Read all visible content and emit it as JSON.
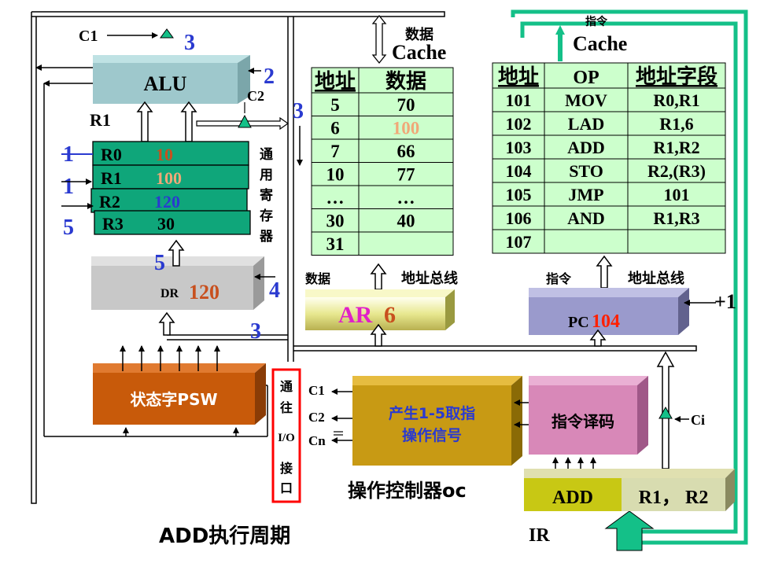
{
  "labels": {
    "c1_top": "C1",
    "step_3_alu": "3",
    "step_2_alu": "2",
    "alu": "ALU",
    "c2": "C2",
    "step_3_bus": "3",
    "r1_caption": "R1",
    "step_1_r0": "1",
    "step_1_r1": "1",
    "step_5_r2": "5",
    "reg_side": [
      "通",
      "用",
      "寄",
      "存",
      "器"
    ],
    "step_5_dr": "5",
    "dr": "DR",
    "dr_value": "120",
    "step_4_dr": "4",
    "step_3_lower": "3",
    "psw": "状态字PSW",
    "io_side": [
      "通",
      "往",
      "I/O",
      "接",
      "口"
    ],
    "data_top": "数据",
    "data_cache": "Cache",
    "inst_top": "指令",
    "inst_cache": "Cache",
    "data_label": "数据",
    "addr_bus_left": "地址总线",
    "ar": "AR",
    "ar_value": "6",
    "inst_label": "指令",
    "addr_bus_right": "地址总线",
    "pc": "PC",
    "pc_value": "104",
    "plus1": "+1",
    "oc_c1": "C1",
    "oc_c2": "C2",
    "oc_cn": "Cn",
    "oc_line1": "产生1-5取指",
    "oc_line2": "操作信号",
    "decode": "指令译码",
    "ci": "Ci",
    "oc_caption": "操作控制器oc",
    "ir_op": "ADD",
    "ir_addr": "R1， R2",
    "ir_caption": "IR",
    "title": "ADD执行周期"
  },
  "registers": [
    {
      "name": "R0",
      "value": "10",
      "color": "#c8501e"
    },
    {
      "name": "R1",
      "value": "100",
      "color": "#f0a878"
    },
    {
      "name": "R2",
      "value": "120",
      "color": "#2a3ad0"
    },
    {
      "name": "R3",
      "value": "30",
      "color": "#000000"
    }
  ],
  "data_cache": {
    "headers": [
      "地址",
      "数据"
    ],
    "rows": [
      {
        "addr": "5",
        "data": "70",
        "color": "#000000"
      },
      {
        "addr": "6",
        "data": "100",
        "color": "#f0a878"
      },
      {
        "addr": "7",
        "data": "66",
        "color": "#000000"
      },
      {
        "addr": "10",
        "data": "77",
        "color": "#000000"
      },
      {
        "addr": "…",
        "data": "…",
        "color": "#000000"
      },
      {
        "addr": "30",
        "data": "40",
        "color": "#000000"
      },
      {
        "addr": "31",
        "data": "",
        "color": "#000000"
      }
    ]
  },
  "inst_cache": {
    "headers": [
      "地址",
      "OP",
      "地址字段"
    ],
    "rows": [
      [
        "101",
        "MOV",
        "R0,R1"
      ],
      [
        "102",
        "LAD",
        "R1,6"
      ],
      [
        "103",
        "ADD",
        "R1,R2"
      ],
      [
        "104",
        "STO",
        "R2,(R3)"
      ],
      [
        "105",
        "JMP",
        "101"
      ],
      [
        "106",
        "AND",
        "R1,R3"
      ],
      [
        "107",
        "",
        ""
      ]
    ]
  },
  "colors": {
    "alu": "#9ec8cc",
    "register": "#0fa67a",
    "dr": "#c8c8c8",
    "psw": "#c85a0a",
    "oc": "#c89a14",
    "decode": "#d888b8",
    "ir": "#c8c814",
    "ir_addr": "#d8dcb0",
    "pc": "#9a9acc",
    "cache_cell": "#ccffcc",
    "green_line": "#14c088",
    "blue_text": "#2a3ad0",
    "orange_text": "#c8501e",
    "magenta_text": "#e020c8",
    "red_text": "#ff2000"
  }
}
